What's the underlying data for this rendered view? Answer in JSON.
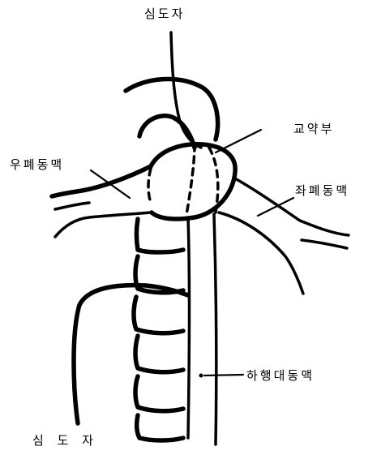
{
  "labels": {
    "top_probe": "심도자",
    "bottom_probe": "심  도  자",
    "junction": "교약부",
    "right_pulmonary": "우폐동맥",
    "left_pulmonary": "좌폐동맥",
    "descending_aorta": "하행대동맥"
  },
  "colors": {
    "ink": "#000000",
    "background": "#ffffff"
  }
}
